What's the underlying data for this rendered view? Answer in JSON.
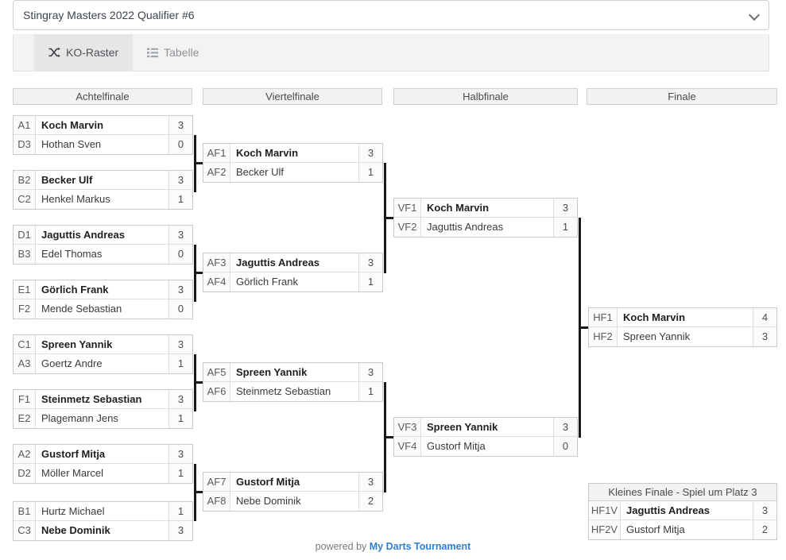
{
  "header": {
    "tournament_name": "Stingray Masters 2022 Qualifier #6",
    "dropdown_icon": "chevron-down-icon",
    "tabs": [
      {
        "label": "KO-Raster",
        "icon": "shuffle-icon",
        "active": true
      },
      {
        "label": "Tabelle",
        "icon": "list-icon",
        "active": false
      }
    ]
  },
  "rounds": [
    {
      "key": "r16",
      "title": "Achtelfinale"
    },
    {
      "key": "qf",
      "title": "Viertelfinale"
    },
    {
      "key": "sf",
      "title": "Halbfinale"
    },
    {
      "key": "f",
      "title": "Finale"
    }
  ],
  "third_place": {
    "caption": "Kleines Finale - Spiel um Platz 3"
  },
  "matches": {
    "r16": [
      {
        "id": "m1",
        "top": {
          "seed": "A1",
          "name": "Koch Marvin",
          "score": "3",
          "winner": true
        },
        "bot": {
          "seed": "D3",
          "name": "Hothan Sven",
          "score": "0",
          "winner": false
        }
      },
      {
        "id": "m2",
        "top": {
          "seed": "B2",
          "name": "Becker Ulf",
          "score": "3",
          "winner": true
        },
        "bot": {
          "seed": "C2",
          "name": "Henkel Markus",
          "score": "1",
          "winner": false
        }
      },
      {
        "id": "m3",
        "top": {
          "seed": "D1",
          "name": "Jaguttis Andreas",
          "score": "3",
          "winner": true
        },
        "bot": {
          "seed": "B3",
          "name": "Edel Thomas",
          "score": "0",
          "winner": false
        }
      },
      {
        "id": "m4",
        "top": {
          "seed": "E1",
          "name": "Görlich Frank",
          "score": "3",
          "winner": true
        },
        "bot": {
          "seed": "F2",
          "name": "Mende Sebastian",
          "score": "0",
          "winner": false
        }
      },
      {
        "id": "m5",
        "top": {
          "seed": "C1",
          "name": "Spreen Yannik",
          "score": "3",
          "winner": true
        },
        "bot": {
          "seed": "A3",
          "name": "Goertz Andre",
          "score": "1",
          "winner": false
        }
      },
      {
        "id": "m6",
        "top": {
          "seed": "F1",
          "name": "Steinmetz Sebastian",
          "score": "3",
          "winner": true
        },
        "bot": {
          "seed": "E2",
          "name": "Plagemann Jens",
          "score": "1",
          "winner": false
        }
      },
      {
        "id": "m7",
        "top": {
          "seed": "A2",
          "name": "Gustorf Mitja",
          "score": "3",
          "winner": true
        },
        "bot": {
          "seed": "D2",
          "name": "Möller Marcel",
          "score": "1",
          "winner": false
        }
      },
      {
        "id": "m8",
        "top": {
          "seed": "B1",
          "name": "Hurtz Michael",
          "score": "1",
          "winner": false
        },
        "bot": {
          "seed": "C3",
          "name": "Nebe Dominik",
          "score": "3",
          "winner": true
        }
      }
    ],
    "qf": [
      {
        "id": "q1",
        "top": {
          "seed": "AF1",
          "name": "Koch Marvin",
          "score": "3",
          "winner": true
        },
        "bot": {
          "seed": "AF2",
          "name": "Becker Ulf",
          "score": "1",
          "winner": false
        }
      },
      {
        "id": "q2",
        "top": {
          "seed": "AF3",
          "name": "Jaguttis Andreas",
          "score": "3",
          "winner": true
        },
        "bot": {
          "seed": "AF4",
          "name": "Görlich Frank",
          "score": "1",
          "winner": false
        }
      },
      {
        "id": "q3",
        "top": {
          "seed": "AF5",
          "name": "Spreen Yannik",
          "score": "3",
          "winner": true
        },
        "bot": {
          "seed": "AF6",
          "name": "Steinmetz Sebastian",
          "score": "1",
          "winner": false
        }
      },
      {
        "id": "q4",
        "top": {
          "seed": "AF7",
          "name": "Gustorf Mitja",
          "score": "3",
          "winner": true
        },
        "bot": {
          "seed": "AF8",
          "name": "Nebe Dominik",
          "score": "2",
          "winner": false
        }
      }
    ],
    "sf": [
      {
        "id": "s1",
        "top": {
          "seed": "VF1",
          "name": "Koch Marvin",
          "score": "3",
          "winner": true
        },
        "bot": {
          "seed": "VF2",
          "name": "Jaguttis Andreas",
          "score": "1",
          "winner": false
        }
      },
      {
        "id": "s2",
        "top": {
          "seed": "VF3",
          "name": "Spreen Yannik",
          "score": "3",
          "winner": true
        },
        "bot": {
          "seed": "VF4",
          "name": "Gustorf Mitja",
          "score": "0",
          "winner": false
        }
      }
    ],
    "final": [
      {
        "id": "f1",
        "top": {
          "seed": "HF1",
          "name": "Koch Marvin",
          "score": "4",
          "winner": true
        },
        "bot": {
          "seed": "HF2",
          "name": "Spreen Yannik",
          "score": "3",
          "winner": false
        }
      }
    ],
    "third": [
      {
        "id": "t1",
        "top": {
          "seed": "HF1V",
          "name": "Jaguttis Andreas",
          "score": "3",
          "winner": true
        },
        "bot": {
          "seed": "HF2V",
          "name": "Gustorf Mitja",
          "score": "2",
          "winner": false
        }
      }
    ]
  },
  "footer": {
    "prefix": "powered by ",
    "brand": "My Darts Tournament"
  }
}
